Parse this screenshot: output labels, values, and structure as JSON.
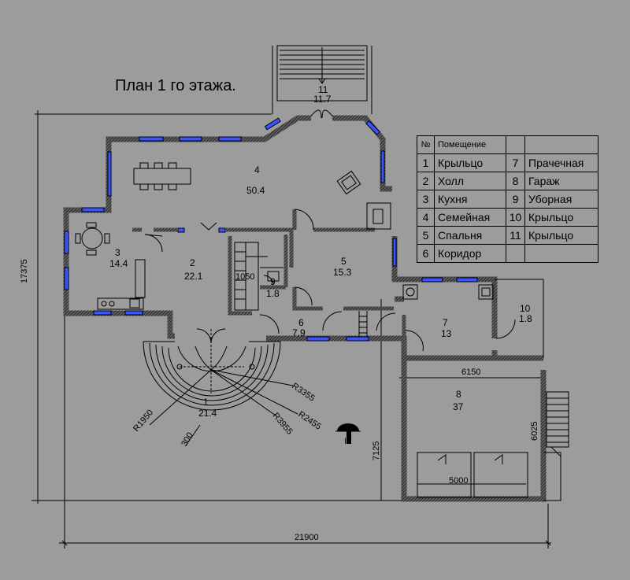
{
  "title": "План 1 го этажа.",
  "legend": {
    "header": [
      "№",
      "Помещение"
    ],
    "rows": [
      {
        "n": "1",
        "name": "Крыльцо",
        "n2": "7",
        "name2": "Прачечная"
      },
      {
        "n": "2",
        "name": "Холл",
        "n2": "8",
        "name2": "Гараж"
      },
      {
        "n": "3",
        "name": "Кухня",
        "n2": "9",
        "name2": "Уборная"
      },
      {
        "n": "4",
        "name": "Семейная",
        "n2": "10",
        "name2": "Крыльцо"
      },
      {
        "n": "5",
        "name": "Спальня",
        "n2": "11",
        "name2": "Крыльцо"
      },
      {
        "n": "6",
        "name": "Коридор",
        "n2": "",
        "name2": ""
      }
    ]
  },
  "rooms": {
    "r11": {
      "num": "11",
      "area": "11.7"
    },
    "r4": {
      "num": "4",
      "area": "50.4"
    },
    "r3": {
      "num": "3",
      "area": "14.4"
    },
    "r2": {
      "num": "2",
      "area": "22.1"
    },
    "r5": {
      "num": "5",
      "area": "15.3"
    },
    "r9": {
      "num": "9",
      "area": "1.8"
    },
    "r6": {
      "num": "6",
      "area": "7.9"
    },
    "r7": {
      "num": "7",
      "area": "13"
    },
    "r10": {
      "num": "10",
      "area": "1.8"
    },
    "r8": {
      "num": "8",
      "area": "37"
    },
    "r1": {
      "num": "1",
      "area": "21.4"
    }
  },
  "dimensions": {
    "total_width": "21900",
    "total_height": "17375",
    "garage_width": "6150",
    "garage_depth": "6025",
    "garage_height_left": "7125",
    "garage_door": "5000",
    "wc_width": "1050",
    "r1": "R3355",
    "r2": "R2455",
    "r3": "R3955",
    "r4": "R1950",
    "step": "300"
  },
  "section_mark": "II",
  "colors": {
    "background": "#9c9c9c",
    "wall": "#2c2c2c",
    "window": "#3a55ff",
    "line": "#000000"
  }
}
